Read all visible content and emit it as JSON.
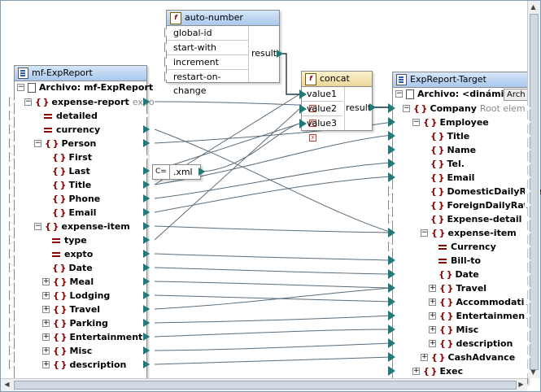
{
  "auto_number": {
    "title": "auto-number",
    "inputs": [
      "global-id",
      "start-with",
      "increment",
      "restart-on-change"
    ],
    "output": "result"
  },
  "concat": {
    "title": "concat",
    "inputs": [
      "value1",
      "value2",
      "value3"
    ],
    "output": "result"
  },
  "constant": {
    "label": ".xml",
    "icon_text": "C="
  },
  "source": {
    "title": "mf-ExpReport",
    "archive": "Archivo: mf-ExpReport",
    "items": [
      {
        "label": "expense-report",
        "hint": "expo"
      },
      {
        "label": "detailed"
      },
      {
        "label": "currency"
      },
      {
        "label": "Person"
      },
      {
        "label": "First"
      },
      {
        "label": "Last"
      },
      {
        "label": "Title"
      },
      {
        "label": "Phone"
      },
      {
        "label": "Email"
      },
      {
        "label": "expense-item"
      },
      {
        "label": "type"
      },
      {
        "label": "expto"
      },
      {
        "label": "Date"
      },
      {
        "label": "Meal"
      },
      {
        "label": "Lodging"
      },
      {
        "label": "Travel"
      },
      {
        "label": "Parking"
      },
      {
        "label": "Entertainment"
      },
      {
        "label": "Misc"
      },
      {
        "label": "description"
      }
    ]
  },
  "target": {
    "title": "ExpReport-Target",
    "archive": "Archivo: <dinámico>",
    "archive_button": "Arch",
    "items": [
      {
        "label": "Company",
        "hint": "Root element"
      },
      {
        "label": "Employee"
      },
      {
        "label": "Title"
      },
      {
        "label": "Name"
      },
      {
        "label": "Tel."
      },
      {
        "label": "Email"
      },
      {
        "label": "DomesticDailyRate"
      },
      {
        "label": "ForeignDailyRate"
      },
      {
        "label": "Expense-detail"
      },
      {
        "label": "expense-item"
      },
      {
        "label": "Currency"
      },
      {
        "label": "Bill-to"
      },
      {
        "label": "Date"
      },
      {
        "label": "Travel"
      },
      {
        "label": "Accommodation"
      },
      {
        "label": "Entertainment"
      },
      {
        "label": "Misc"
      },
      {
        "label": "description"
      },
      {
        "label": "CashAdvance"
      },
      {
        "label": "Exec"
      }
    ]
  },
  "colors": {
    "wire": "#5a6c7a",
    "port_connected": "#1f7a7a",
    "element_icon": "#8b0000"
  }
}
